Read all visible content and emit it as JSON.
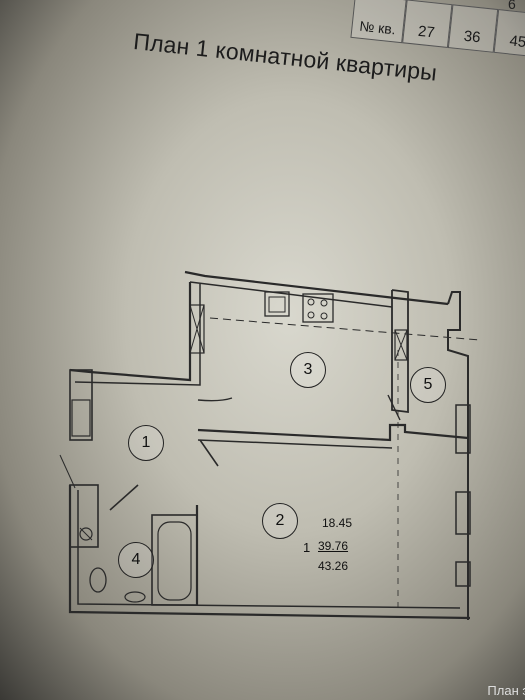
{
  "header_table": {
    "label": "№ кв.",
    "cells": [
      "27",
      "36",
      "45"
    ],
    "top_cell": "6"
  },
  "title": "План 1 комнатной квартиры",
  "rooms": [
    {
      "num": "1"
    },
    {
      "num": "2"
    },
    {
      "num": "3"
    },
    {
      "num": "4"
    },
    {
      "num": "5"
    }
  ],
  "areas": {
    "living": "18.45",
    "prefix": "1",
    "total_living": "39.76",
    "total": "43.26"
  },
  "footer": "План э"
}
